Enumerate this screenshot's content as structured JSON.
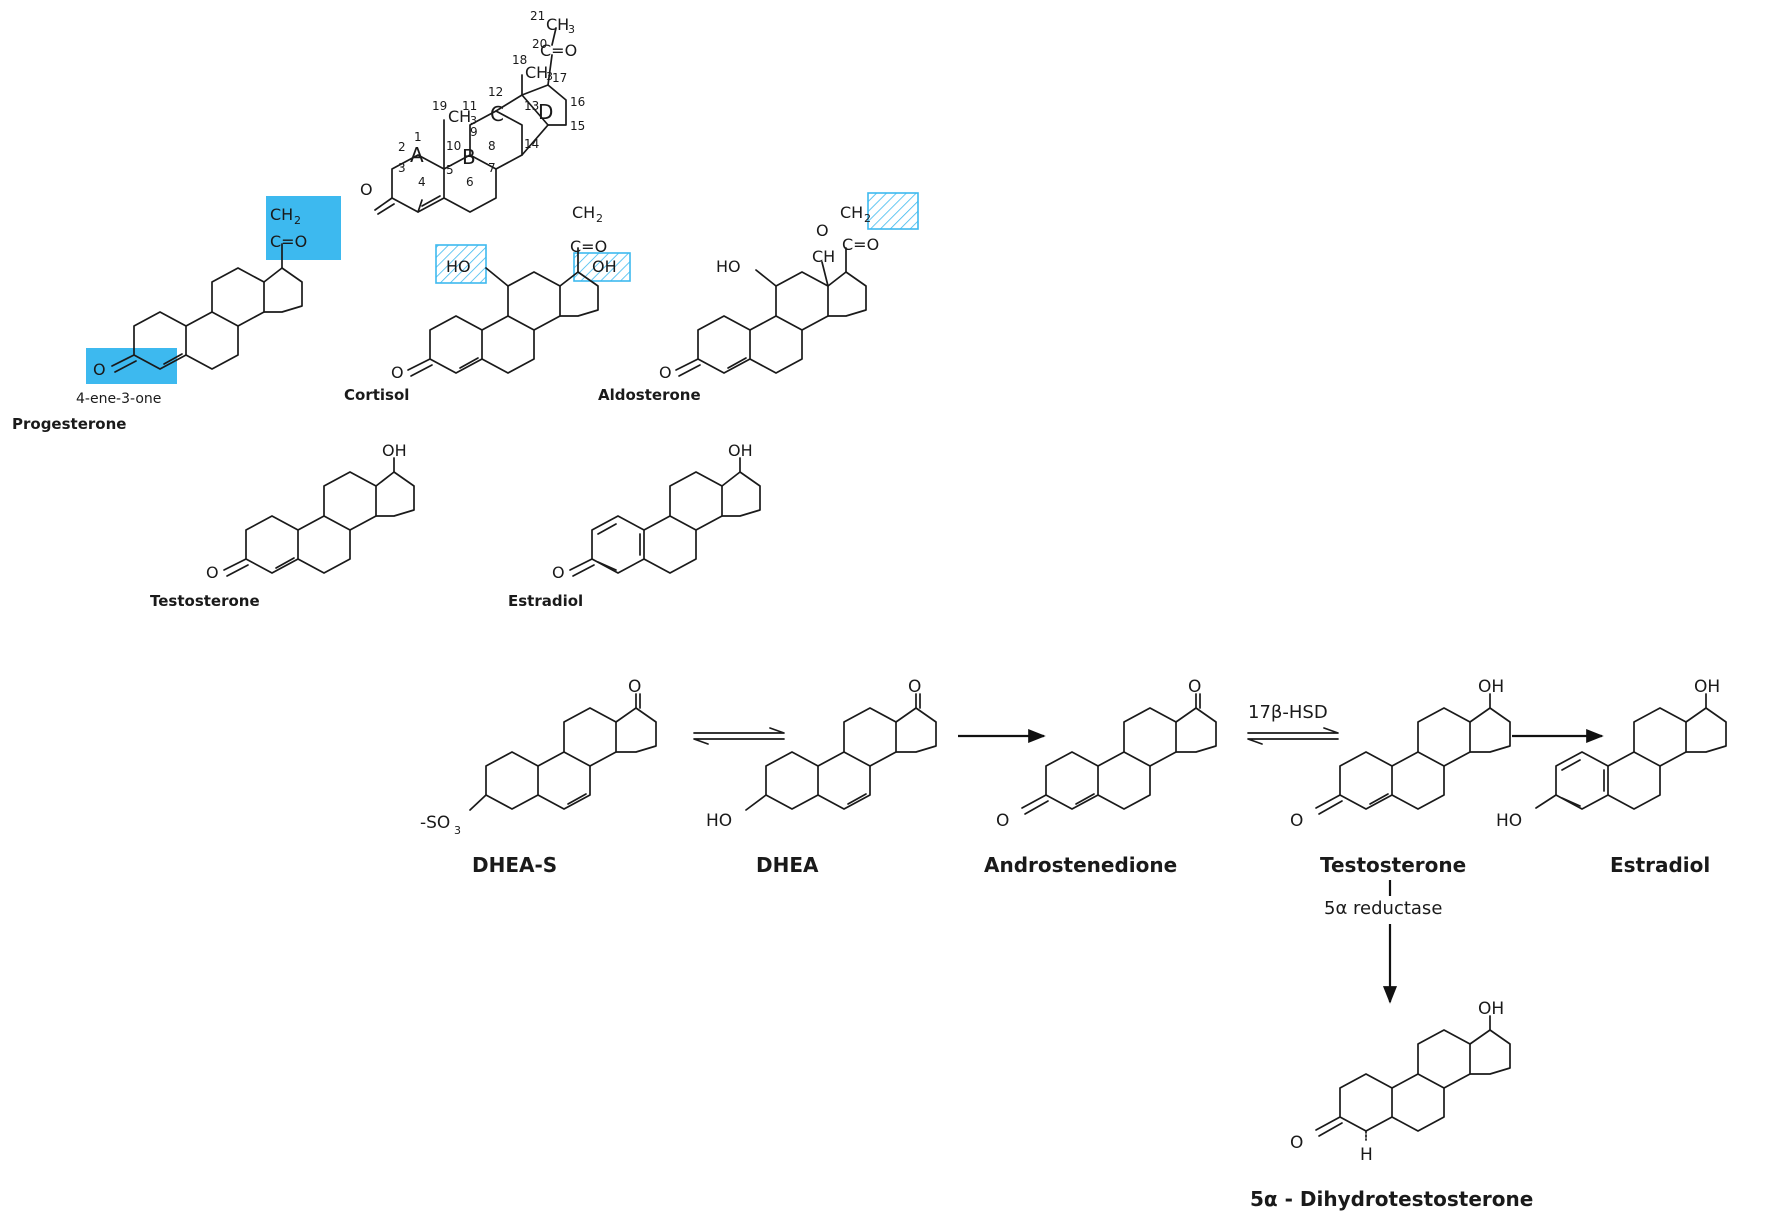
{
  "colors": {
    "highlight": "#3db9ef",
    "line": "#1a1a1a"
  },
  "reference": {
    "rings": [
      "A",
      "B",
      "C",
      "D"
    ],
    "atom_numbers": [
      "1",
      "2",
      "3",
      "4",
      "5",
      "6",
      "7",
      "8",
      "9",
      "10",
      "11",
      "12",
      "13",
      "14",
      "15",
      "16",
      "17",
      "18",
      "19",
      "20",
      "21"
    ],
    "groups": {
      "ch3_top": "CH",
      "co": "C=O",
      "ch3_18": "CH",
      "ch3_19": "CH",
      "o": "O"
    }
  },
  "molecules": [
    {
      "name": "Progesterone",
      "note": "4-ene-3-one",
      "side_top": "CH",
      "side_co": "C=O",
      "oxo": "O"
    },
    {
      "name": "Cortisol",
      "side_top": "CH",
      "side_co": "C=O",
      "oh11": "HO",
      "oh17": "OH",
      "oxo": "O"
    },
    {
      "name": "Aldosterone",
      "side_top": "CH",
      "side_co": "C=O",
      "oh11": "HO",
      "ald": "O",
      "ald_ch": "CH",
      "oxo": "O"
    },
    {
      "name": "Testosterone",
      "oh17": "OH",
      "oxo": "O"
    },
    {
      "name": "Estradiol",
      "oh17": "OH",
      "oxo": "O"
    }
  ],
  "pathway": {
    "compounds": [
      {
        "name": "DHEA-S",
        "sub3": "-SO",
        "oxo17": "O"
      },
      {
        "name": "DHEA",
        "sub3": "HO",
        "oxo17": "O"
      },
      {
        "name": "Androstenedione",
        "oxo3": "O",
        "oxo17": "O"
      },
      {
        "name": "Testosterone",
        "oxo3": "O",
        "oh17": "OH"
      },
      {
        "name": "Estradiol",
        "sub3": "HO",
        "oh17": "OH"
      },
      {
        "name": "5α - Dihydrotestosterone",
        "oxo3": "O",
        "oh17": "OH",
        "h5": "H"
      }
    ],
    "enzymes": {
      "hsd": "17β-HSD",
      "reductase": "5α reductase"
    }
  }
}
